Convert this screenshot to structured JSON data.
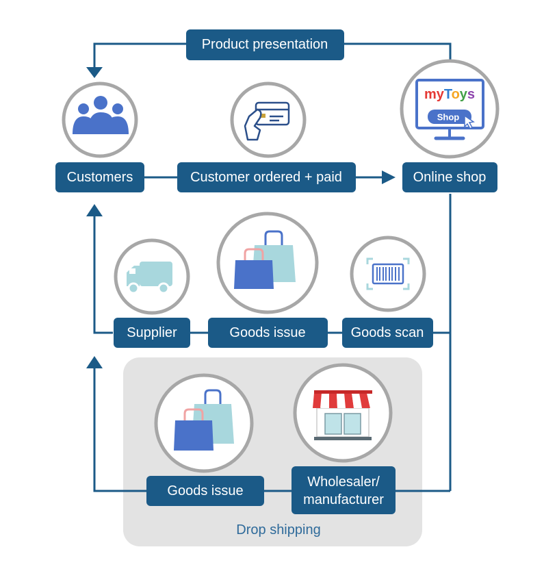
{
  "labels": {
    "product_presentation": "Product presentation",
    "customers": "Customers",
    "customer_ordered_paid": "Customer ordered + paid",
    "online_shop": "Online shop",
    "supplier": "Supplier",
    "goods_issue": "Goods issue",
    "goods_scan": "Goods scan",
    "goods_issue_dropship": "Goods issue",
    "wholesaler_line1": "Wholesaler/",
    "wholesaler_line2": "manufacturer",
    "drop_shipping": "Drop shipping"
  },
  "logo": {
    "brand": "myToys",
    "button": "Shop"
  },
  "icons": [
    "customers-group-icon",
    "card-payment-icon",
    "online-shop-monitor-icon",
    "delivery-truck-icon",
    "shopping-bags-icon",
    "barcode-scan-icon",
    "shopping-bags-icon",
    "storefront-icon"
  ],
  "colors": {
    "box": "#1b5a87",
    "ring": "#a7a7a7",
    "drop_panel": "#e3e3e3",
    "icon_blue": "#4a72c9",
    "icon_teal": "#a8d7dd"
  }
}
